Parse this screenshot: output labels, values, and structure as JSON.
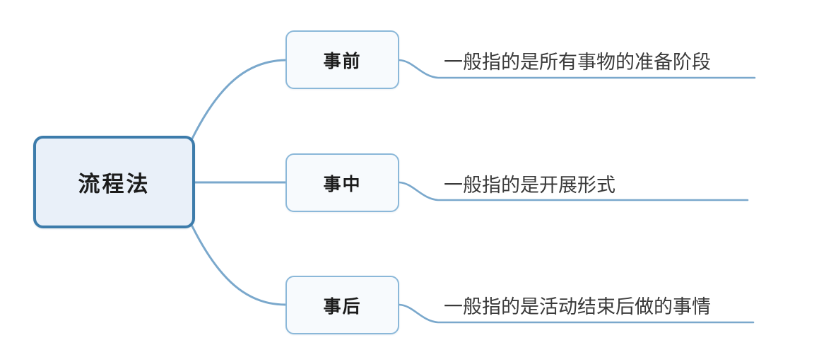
{
  "diagram": {
    "type": "mind-map",
    "orientation": "left-to-right",
    "colors": {
      "root_border": "#3d7cab",
      "root_fill": "#e9f0f9",
      "branch_border": "#8bb8d9",
      "branch_fill": "#f7fafd",
      "connector": "#7aa8cc",
      "text": "#1c1c1c",
      "leaf_text": "#3a3a3a",
      "background": "#ffffff"
    },
    "root": {
      "label": "流程法"
    },
    "branches": [
      {
        "label": "事前",
        "description": "一般指的是所有事物的准备阶段"
      },
      {
        "label": "事中",
        "description": "一般指的是开展形式"
      },
      {
        "label": "事后",
        "description": "一般指的是活动结束后做的事情"
      }
    ]
  }
}
